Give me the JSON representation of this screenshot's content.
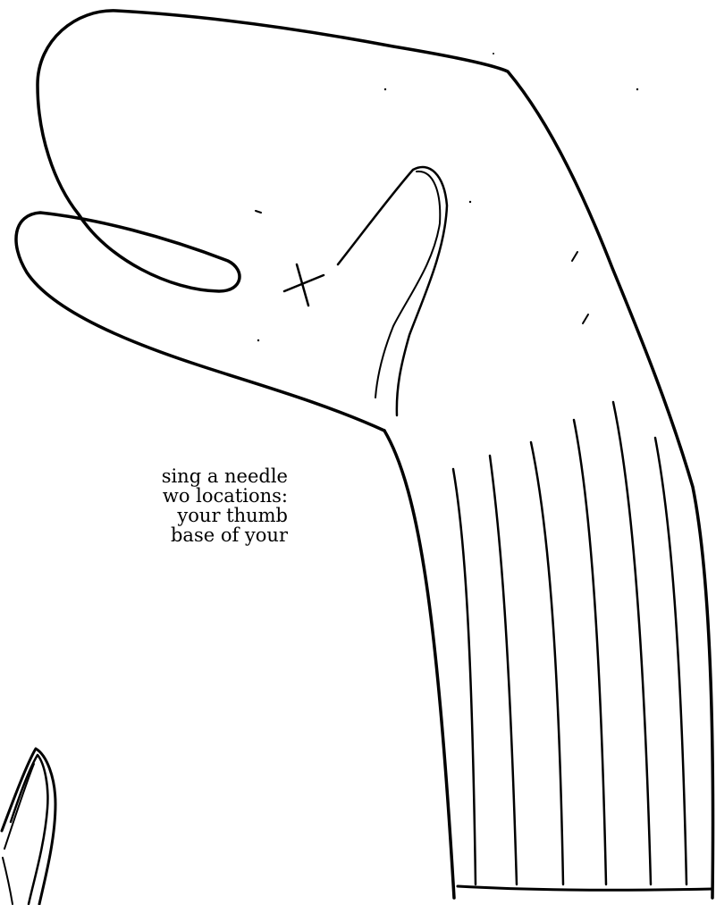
{
  "caption": {
    "lines": [
      "sing a needle",
      "wo locations:",
      "your thumb",
      "base of your"
    ]
  },
  "illustration": {
    "subject": "mitten-sock-puppet",
    "marker_glyph": "+",
    "ink_color": "#000000",
    "paper_color": "#ffffff"
  }
}
